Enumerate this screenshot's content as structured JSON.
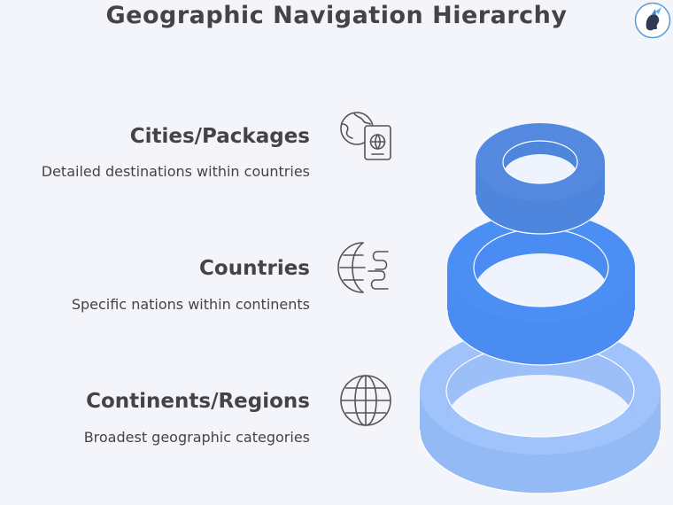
{
  "title": "Geographic Navigation Hierarchy",
  "levels": [
    {
      "title": "Cities/Packages",
      "description": "Detailed destinations within countries",
      "icon": "globe-passport-icon",
      "color": "#4f86dd"
    },
    {
      "title": "Countries",
      "description": "Specific nations within continents",
      "icon": "globe-route-icon",
      "color": "#4b8ef4"
    },
    {
      "title": "Continents/Regions",
      "description": "Broadest geographic categories",
      "icon": "globe-icon",
      "color": "#9bbff8"
    }
  ],
  "logo": "brand-logo-icon"
}
